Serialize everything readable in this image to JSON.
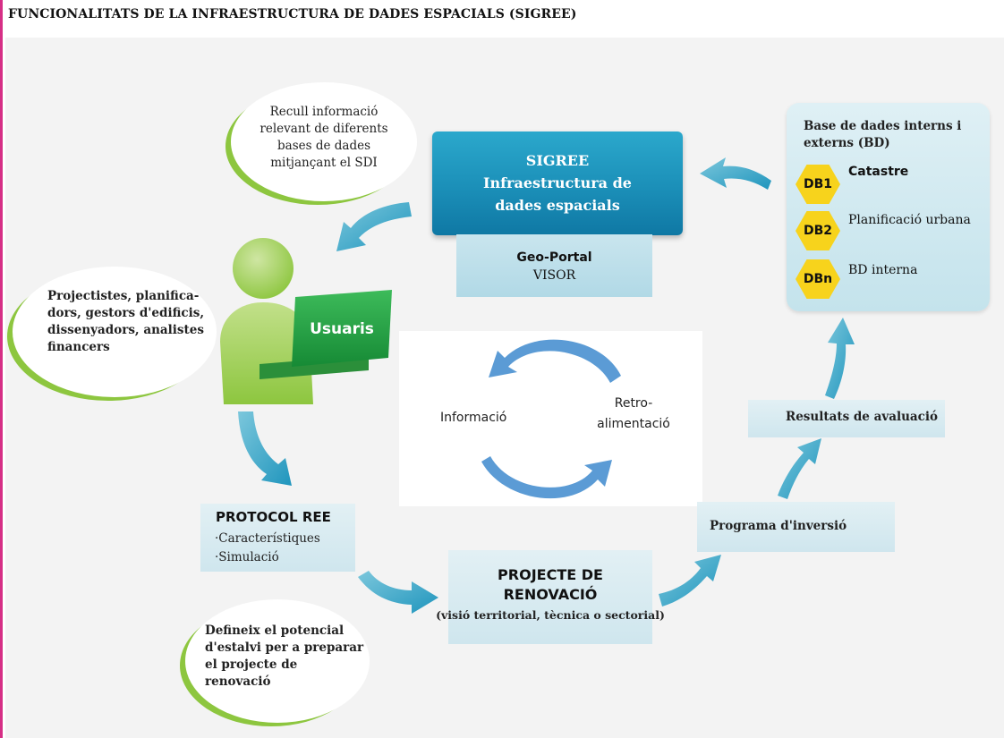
{
  "title": "FUNCIONALITATS DE LA INFRAESTRUCTURA DE DADES ESPACIALS (SIGREE)",
  "colors": {
    "accent_bar": "#d62f86",
    "panel_bg": "#f3f3f3",
    "sigree_blue": "#1b8fb8",
    "arrow_teal": "#2aa3c2",
    "bubble_border": "#8dc63f",
    "user_green": "#8dc63f",
    "tab_green": "#1f9a3e",
    "hex_yellow": "#f7d31c",
    "cycle_blue": "#5b9bd5"
  },
  "bubbles": {
    "top": [
      "Recull informació",
      "relevant de diferents",
      "bases de dades",
      "mitjançant el SDI"
    ],
    "left": [
      "Projectistes, planifica-",
      "dors, gestors d'edificis,",
      "dissenyadors, analistes",
      "financers"
    ],
    "bottom": [
      "Defineix el potencial",
      "d'estalvi per a preparar",
      "el projecte de",
      "renovació"
    ]
  },
  "sigree": {
    "line1": "SIGREE",
    "line2": "Infraestructura de",
    "line3": "dades espacials"
  },
  "geoportal": {
    "title": "Geo-Portal",
    "subtitle": "VISOR"
  },
  "databases": {
    "title_line1": "Base de dades interns i",
    "title_line2": "externs (BD)",
    "items": [
      {
        "badge": "DB1",
        "label": "Catastre"
      },
      {
        "badge": "DB2",
        "label": "Planificació urbana"
      },
      {
        "badge": "DBn",
        "label": "BD interna"
      }
    ]
  },
  "user": {
    "label": "Usuaris",
    "icon": "user-laptop-icon"
  },
  "cycle": {
    "left_label": "Informació",
    "right_line1": "Retro-",
    "right_line2": "alimentació"
  },
  "protocol": {
    "title": "PROTOCOL REE",
    "items": [
      "·Característiques",
      "·Simulació"
    ]
  },
  "projecte": {
    "line1": "PROJECTE DE",
    "line2": "RENOVACIÓ",
    "subtitle": "(visió territorial, tècnica o sectorial)"
  },
  "programa": {
    "label": "Programa d'inversió"
  },
  "resultats": {
    "label": "Resultats de avaluació"
  }
}
